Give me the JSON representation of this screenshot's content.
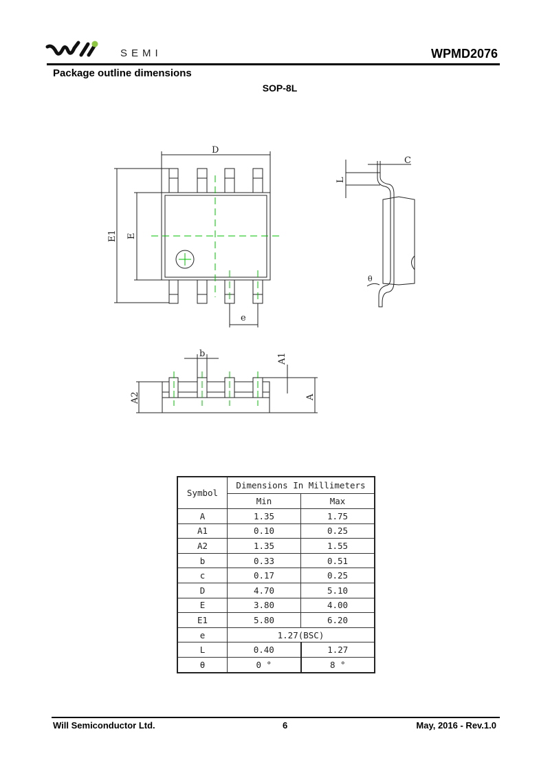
{
  "header": {
    "logo_text": "SEMI",
    "doc_title": "WPMD2076",
    "section_title": "Package outline dimensions",
    "package_name": "SOP-8L"
  },
  "drawing_labels": {
    "D": "D",
    "E": "E",
    "E1": "E1",
    "e": "e",
    "L": "L",
    "C": "C",
    "theta": "θ",
    "b": "b",
    "A1": "A1",
    "A2": "A2",
    "A": "A"
  },
  "colors": {
    "centerline": "#00c000",
    "logo_green": "#8dc63f"
  },
  "table": {
    "symbol_header": "Symbol",
    "group_header": "Dimensions In Millimeters",
    "min_header": "Min",
    "max_header": "Max",
    "rows": [
      {
        "symbol": "A",
        "min": "1.35",
        "max": "1.75"
      },
      {
        "symbol": "A1",
        "min": "0.10",
        "max": "0.25"
      },
      {
        "symbol": "A2",
        "min": "1.35",
        "max": "1.55"
      },
      {
        "symbol": "b",
        "min": "0.33",
        "max": "0.51"
      },
      {
        "symbol": "c",
        "min": "0.17",
        "max": "0.25"
      },
      {
        "symbol": "D",
        "min": "4.70",
        "max": "5.10"
      },
      {
        "symbol": "E",
        "min": "3.80",
        "max": "4.00"
      },
      {
        "symbol": "E1",
        "min": "5.80",
        "max": "6.20"
      },
      {
        "symbol": "e",
        "span": "1.27(BSC)"
      },
      {
        "symbol": "L",
        "min": "0.40",
        "max": "1.27"
      },
      {
        "symbol": "θ",
        "min": "0 °",
        "max": "8 °"
      }
    ]
  },
  "footer": {
    "company": "Will Semiconductor Ltd.",
    "page": "6",
    "revision": "May, 2016 - Rev.1.0"
  }
}
